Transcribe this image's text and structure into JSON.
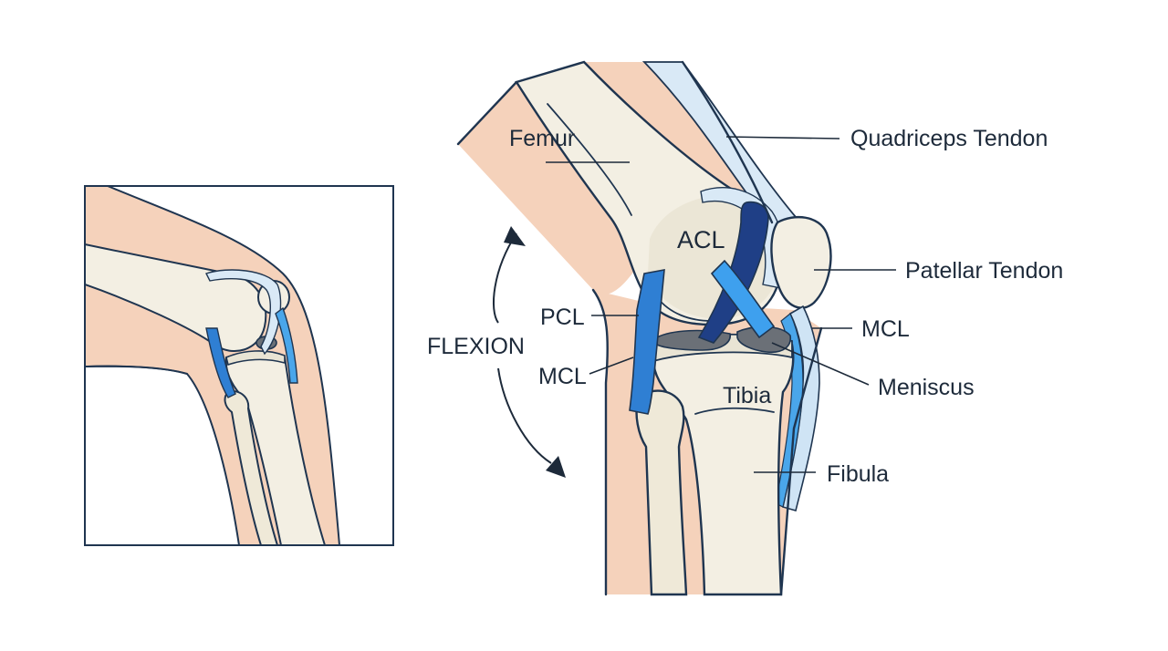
{
  "labels": {
    "femur": "Femur",
    "quadriceps_tendon": "Quadriceps Tendon",
    "acl": "ACL",
    "patellar_tendon": "Patellar Tendon",
    "pcl": "PCL",
    "mcl_left": "MCL",
    "mcl_right": "MCL",
    "flexion": "FLEXION",
    "meniscus": "Meniscus",
    "tibia": "Tibia",
    "fibula": "Fibula"
  },
  "colors": {
    "skin": "#f5d2bb",
    "bone": "#f3efe3",
    "bone_shade": "#e4dfcd",
    "ligament_blue": "#2f7fd3",
    "ligament_light": "#4aa6ea",
    "acl_dark": "#1f3f86",
    "meniscus_gray": "#6b7077",
    "tendon_light": "#d9e9f6",
    "outline": "#1f3550"
  }
}
